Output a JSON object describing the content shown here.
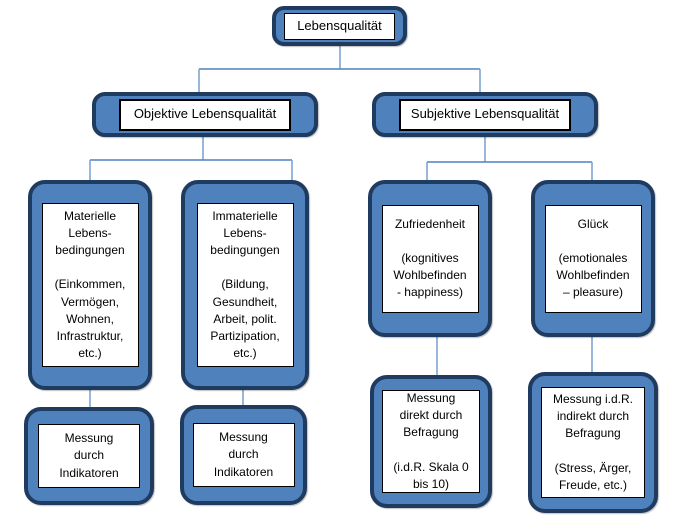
{
  "diagram": {
    "type": "tree",
    "title": "Lebensqualität",
    "nodes": {
      "root": {
        "label": "Lebensqualität"
      },
      "objektiv": {
        "label": "Objektive Lebensqualität"
      },
      "subjektiv": {
        "label": "Subjektive Lebensqualität"
      },
      "materiell": {
        "label": "Materielle\nLebens-\nbedingungen\n\n(Einkommen,\nVermögen,\nWohnen,\nInfrastruktur,\netc.)"
      },
      "immateriell": {
        "label": "Immaterielle\nLebens-\nbedingungen\n\n(Bildung,\nGesundheit,\nArbeit, polit.\nPartizipation,\netc.)"
      },
      "zufriedenheit": {
        "label": "Zufriedenheit\n\n(kognitives\nWohlbefinden\n- happiness)"
      },
      "glueck": {
        "label": "Glück\n\n(emotionales\nWohlbefinden\n– pleasure)"
      },
      "messung_indikatoren_1": {
        "label": "Messung\ndurch\nIndikatoren"
      },
      "messung_indikatoren_2": {
        "label": "Messung\ndurch\nIndikatoren"
      },
      "messung_direkt": {
        "label": "Messung\ndirekt durch\nBefragung\n\n(i.d.R. Skala 0\nbis 10)"
      },
      "messung_indirekt": {
        "label": "Messung i.d.R.\nindirekt durch\nBefragung\n\n(Stress, Ärger,\nFreude, etc.)"
      }
    },
    "edges": [
      {
        "from": "root",
        "to": "objektiv"
      },
      {
        "from": "root",
        "to": "subjektiv"
      },
      {
        "from": "objektiv",
        "to": "materiell"
      },
      {
        "from": "objektiv",
        "to": "immateriell"
      },
      {
        "from": "subjektiv",
        "to": "zufriedenheit"
      },
      {
        "from": "subjektiv",
        "to": "glueck"
      },
      {
        "from": "materiell",
        "to": "messung_indikatoren_1"
      },
      {
        "from": "immateriell",
        "to": "messung_indikatoren_2"
      },
      {
        "from": "zufriedenheit",
        "to": "messung_direkt"
      },
      {
        "from": "glueck",
        "to": "messung_indirekt"
      }
    ]
  },
  "colors": {
    "node-fill": "#4F81BD",
    "node-border": "#1F3C60",
    "inner-fill": "#FFFFFF",
    "inner-border": "#000000",
    "connector": "#7FA5D4",
    "connector-dark": "#4F81BD",
    "text": "#000000"
  }
}
